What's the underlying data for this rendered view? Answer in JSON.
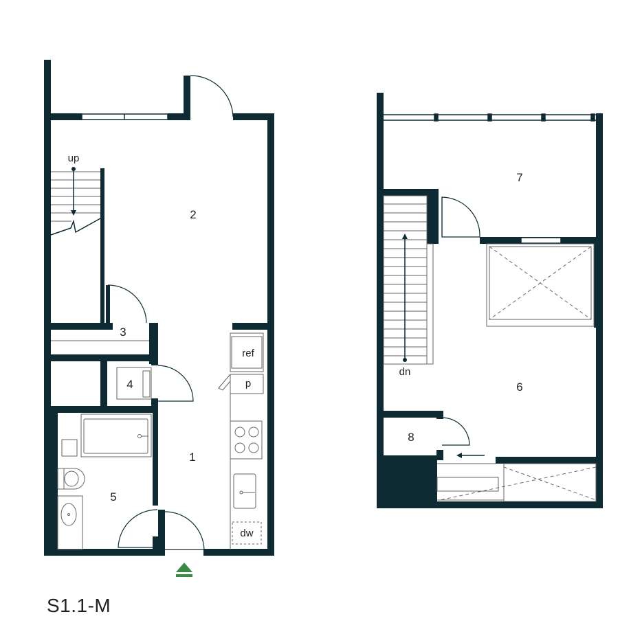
{
  "unit_code": "S1.1-M",
  "colors": {
    "wall": "#0e2b33",
    "line": "#555555",
    "entry": "#3a8a45",
    "text": "#231f20"
  },
  "rooms": [
    {
      "id": "1",
      "label": "1"
    },
    {
      "id": "2",
      "label": "2"
    },
    {
      "id": "3",
      "label": "3"
    },
    {
      "id": "4",
      "label": "4"
    },
    {
      "id": "5",
      "label": "5"
    },
    {
      "id": "6",
      "label": "6"
    },
    {
      "id": "7",
      "label": "7"
    },
    {
      "id": "8",
      "label": "8"
    }
  ],
  "fixtures": {
    "ref": "ref",
    "pantry": "p",
    "dishwasher": "dw"
  },
  "stairs": {
    "up": "up",
    "down": "dn"
  },
  "entry_icon": "entry-arrow-icon"
}
